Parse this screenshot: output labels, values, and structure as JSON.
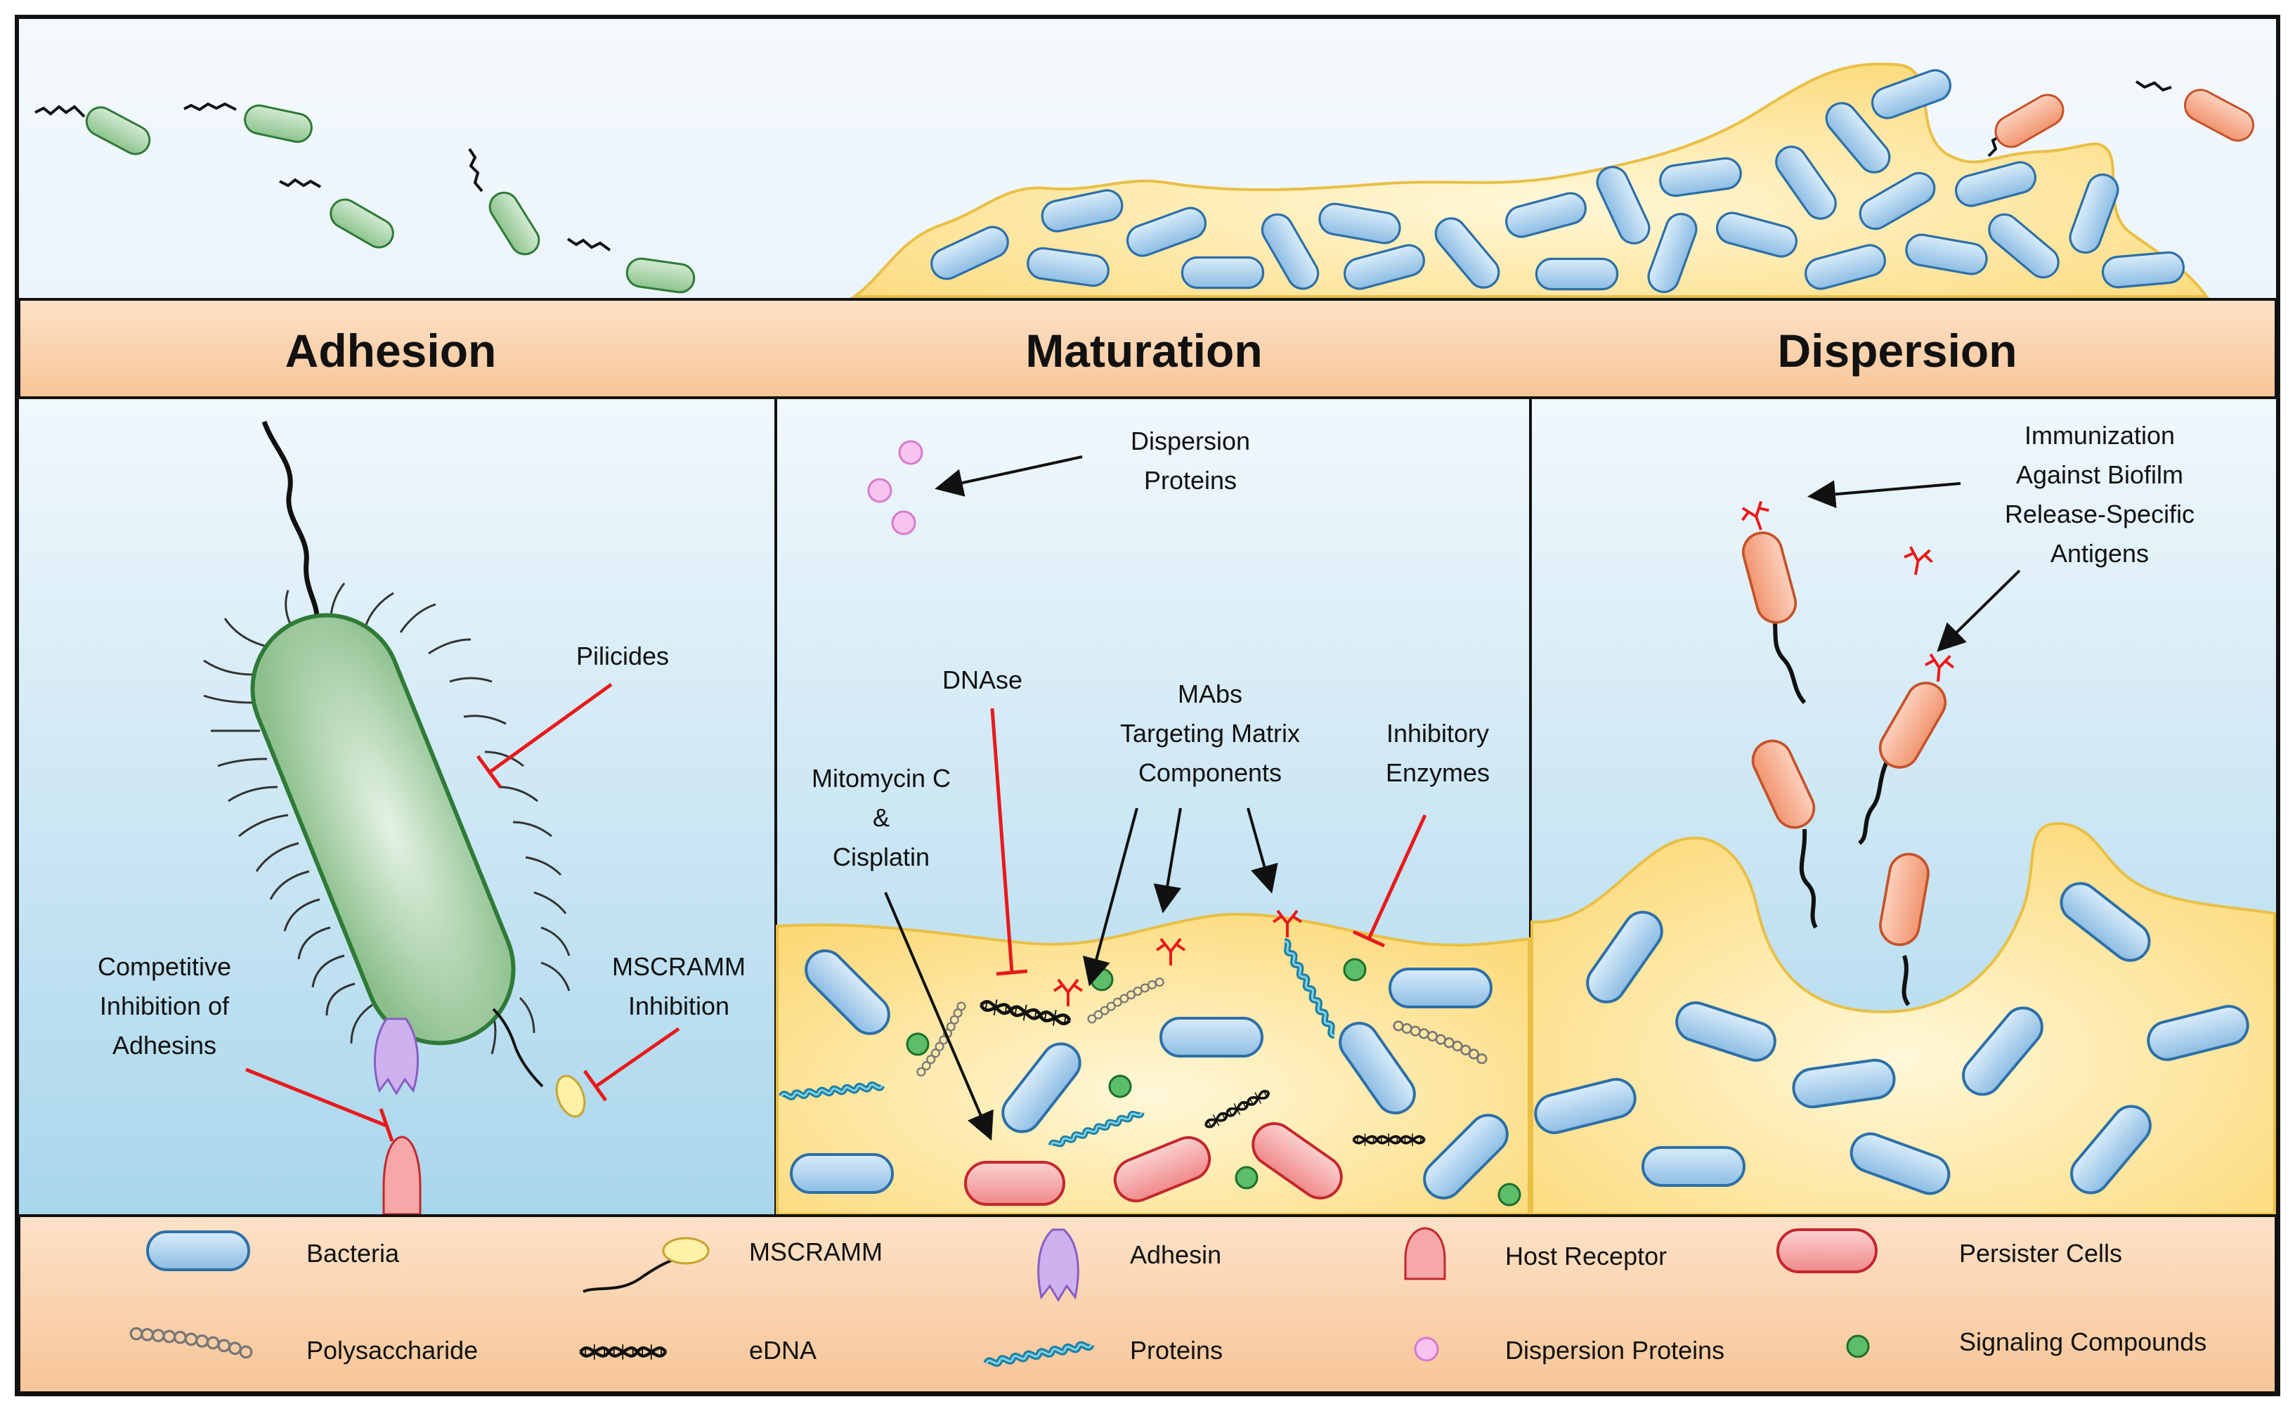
{
  "stages": {
    "adhesion": "Adhesion",
    "maturation": "Maturation",
    "dispersion": "Dispersion"
  },
  "adhesion_panel": {
    "pilicides": "Pilicides",
    "mscramm_inhibition": [
      "MSCRAMM",
      "Inhibition"
    ],
    "competitive_inhibition": [
      "Competitive",
      "Inhibition of",
      "Adhesins"
    ]
  },
  "maturation_panel": {
    "dispersion_proteins": [
      "Dispersion",
      "Proteins"
    ],
    "dnase": "DNAse",
    "mabs": [
      "MAbs",
      "Targeting Matrix",
      "Components"
    ],
    "inhibitory_enzymes": [
      "Inhibitory",
      "Enzymes"
    ],
    "mitomycin": [
      "Mitomycin C",
      "&",
      "Cisplatin"
    ]
  },
  "dispersion_panel": {
    "immunization": [
      "Immunization",
      "Against Biofilm",
      "Release-Specific",
      "Antigens"
    ]
  },
  "legend": {
    "bacteria": "Bacteria",
    "mscramm": "MSCRAMM",
    "adhesin": "Adhesin",
    "host_receptor": "Host Receptor",
    "persister_cells": "Persister Cells",
    "polysaccharide": "Polysaccharide",
    "edna": "eDNA",
    "proteins": "Proteins",
    "dispersion_proteins": "Dispersion Proteins",
    "signaling_compounds": "Signaling Compounds"
  },
  "colors": {
    "band": "#fbd2ad",
    "matrix": "#fde7a6",
    "bacteria": "#a8cde9",
    "planktonic": "#9fcc9f",
    "dispersed": "#f5a98a",
    "persister": "#f6a7a7",
    "inhibitor": "#e8191b",
    "signal": "#5cbd6b",
    "dispersion_protein": "#f2a8ea"
  }
}
